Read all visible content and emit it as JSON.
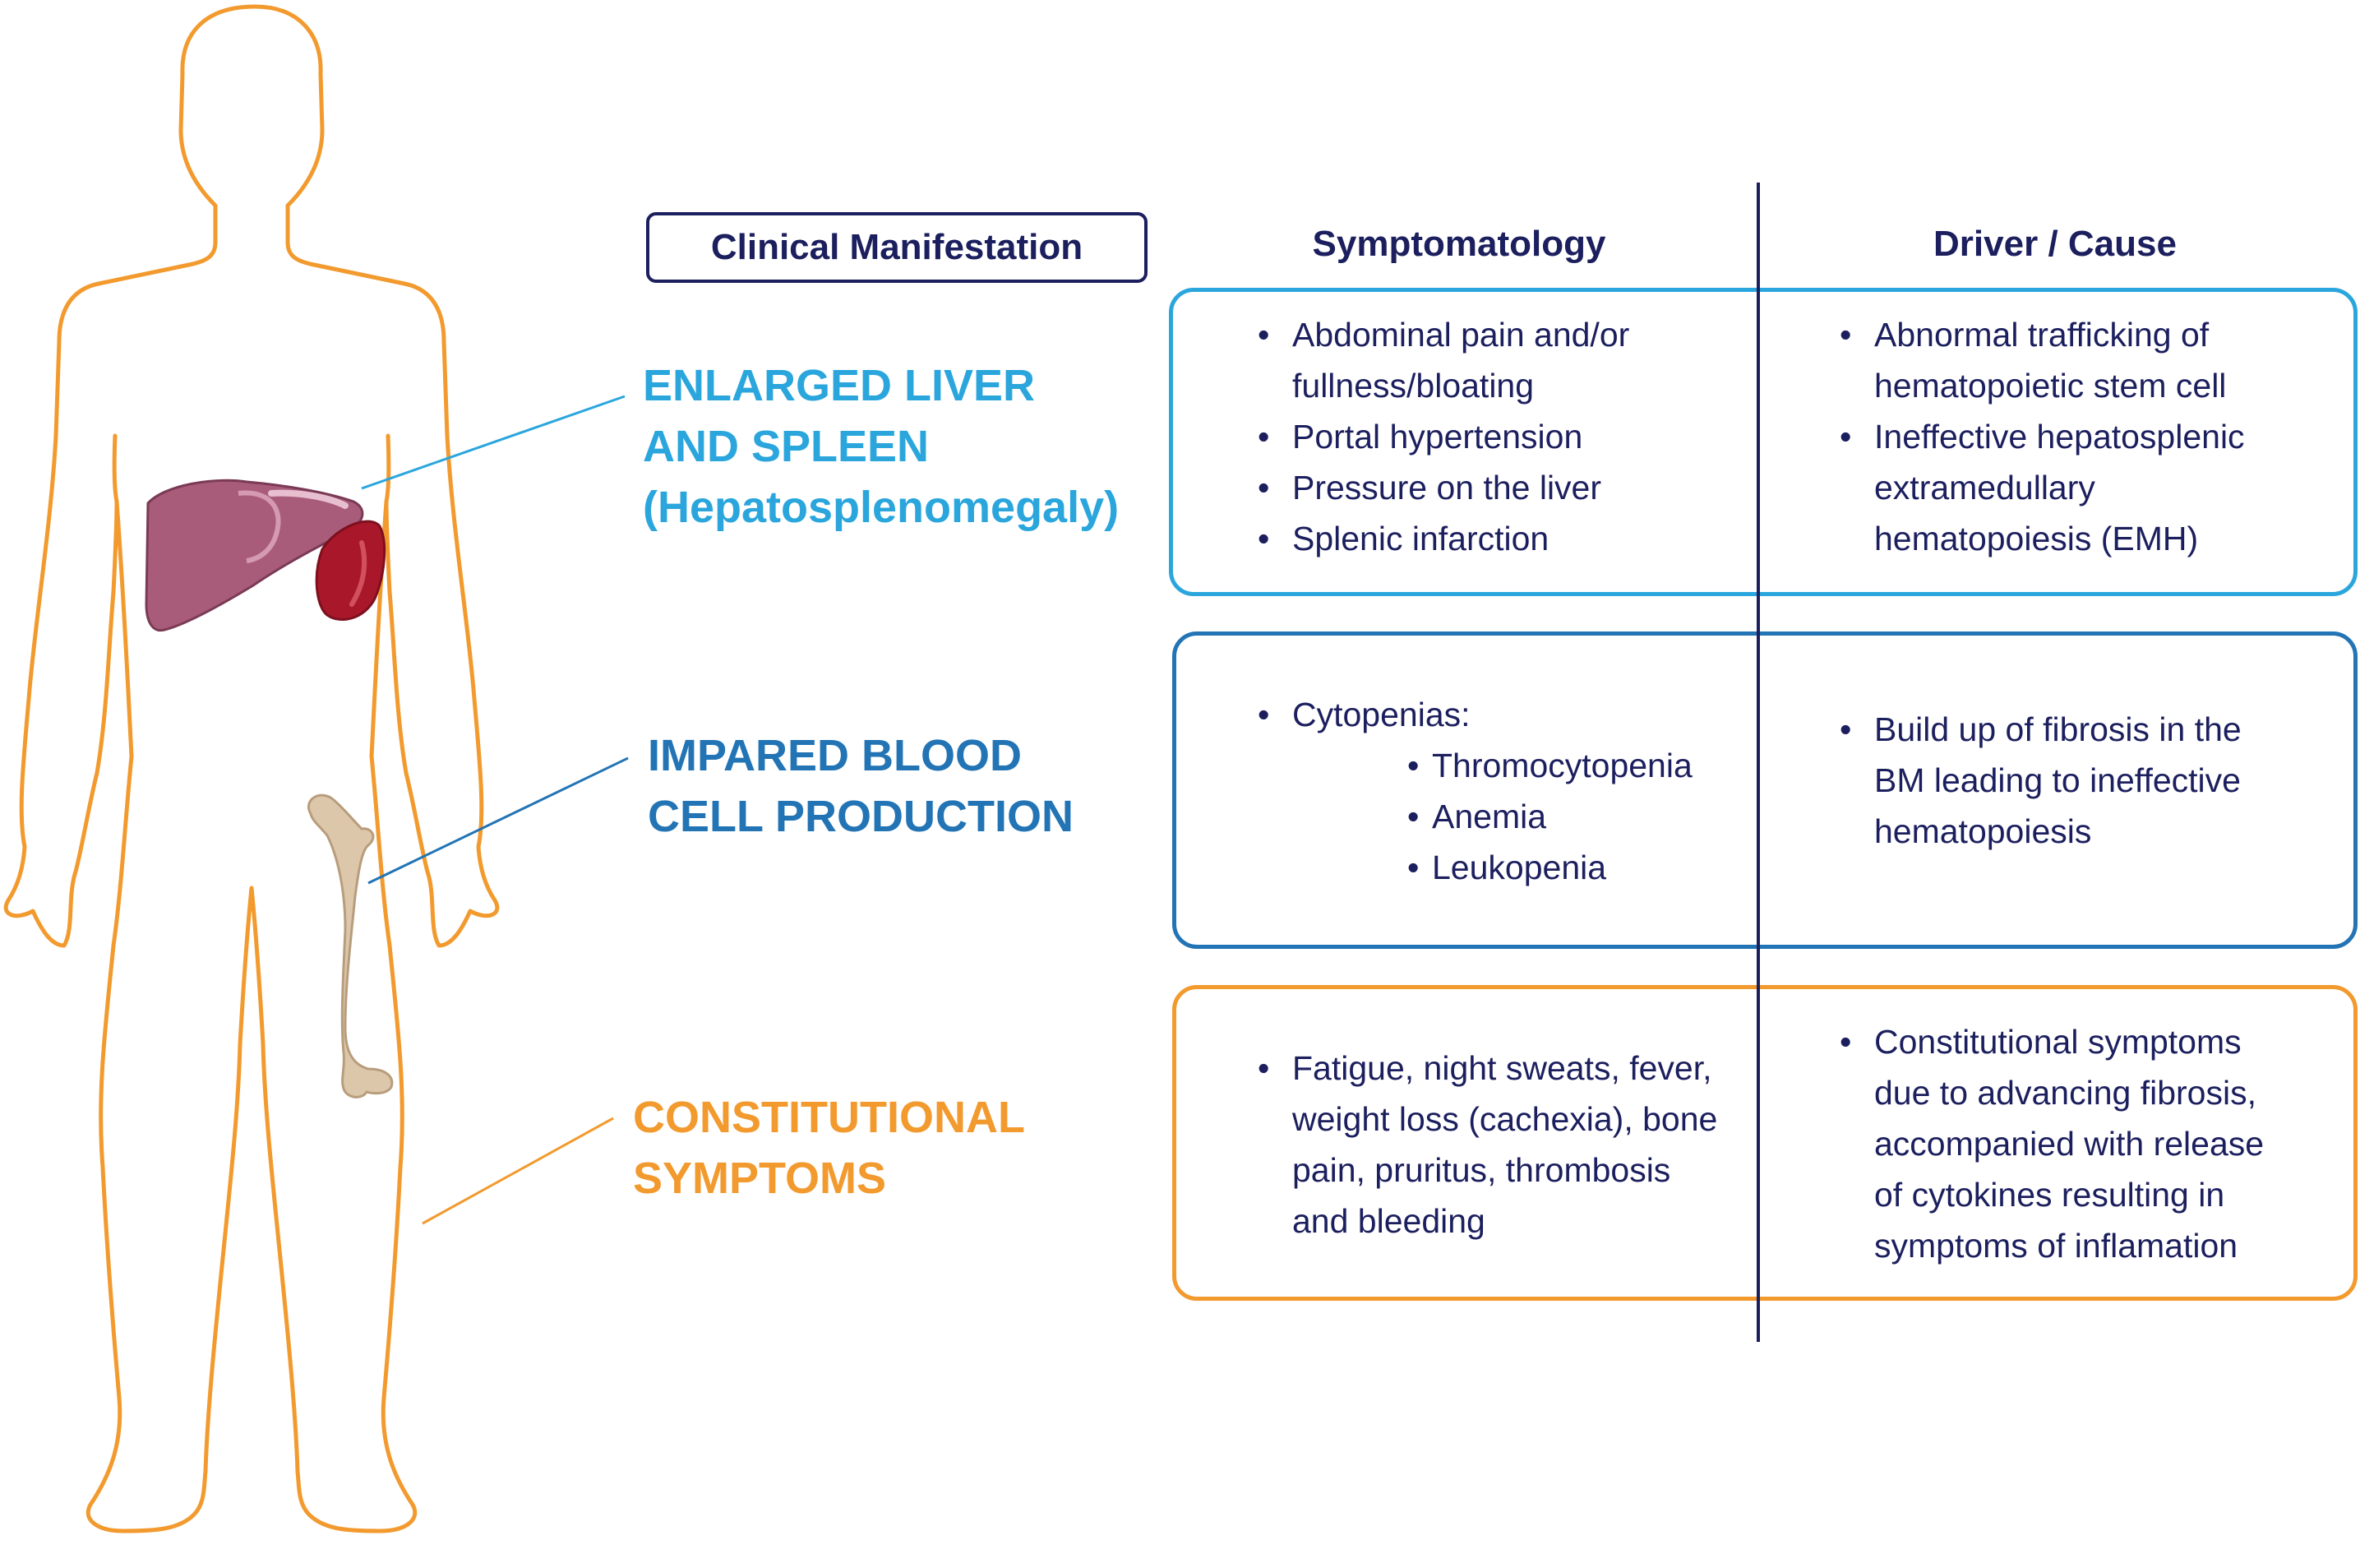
{
  "header": {
    "clinical_manifestation": "Clinical Manifestation",
    "symptomatology": "Symptomatology",
    "driver_cause": "Driver / Cause"
  },
  "colors": {
    "navy": "#1c1f5e",
    "light_blue": "#2aa6dd",
    "blue": "#2274b5",
    "orange": "#f29a2e",
    "liver": "#a85c7a",
    "spleen": "#a8182a",
    "bone": "#dcc7ab"
  },
  "icons": [
    "body-outline-icon",
    "liver-icon",
    "spleen-icon",
    "femur-bone-icon"
  ],
  "rows": [
    {
      "label": [
        "ENLARGED LIVER",
        "AND SPLEEN",
        "(Hepatosplenomegaly)"
      ],
      "symptoms": [
        "Abdominal pain and/or fullness/bloating",
        "Portal hypertension",
        "Pressure on the liver",
        "Splenic infarction"
      ],
      "causes": [
        "Abnormal trafficking of hematopoietic stem cell",
        "Ineffective hepatosplenic extramedullary hematopoiesis (EMH)"
      ]
    },
    {
      "label": [
        "IMPARED BLOOD",
        "CELL PRODUCTION"
      ],
      "symptoms": [
        "Cytopenias:"
      ],
      "sub_symptoms": [
        "Thromocytopenia",
        "Anemia",
        "Leukopenia"
      ],
      "causes": [
        "Build up of fibrosis in the BM leading to ineffective hematopoiesis"
      ]
    },
    {
      "label": [
        "CONSTITUTIONAL",
        "SYMPTOMS"
      ],
      "symptoms": [
        "Fatigue, night sweats, fever, weight loss (cachexia), bone pain, pruritus, thrombosis and bleeding"
      ],
      "causes": [
        "Constitutional symptoms due to advancing fibrosis, accompanied with release of cytokines resulting in symptoms of inflamation"
      ]
    }
  ]
}
